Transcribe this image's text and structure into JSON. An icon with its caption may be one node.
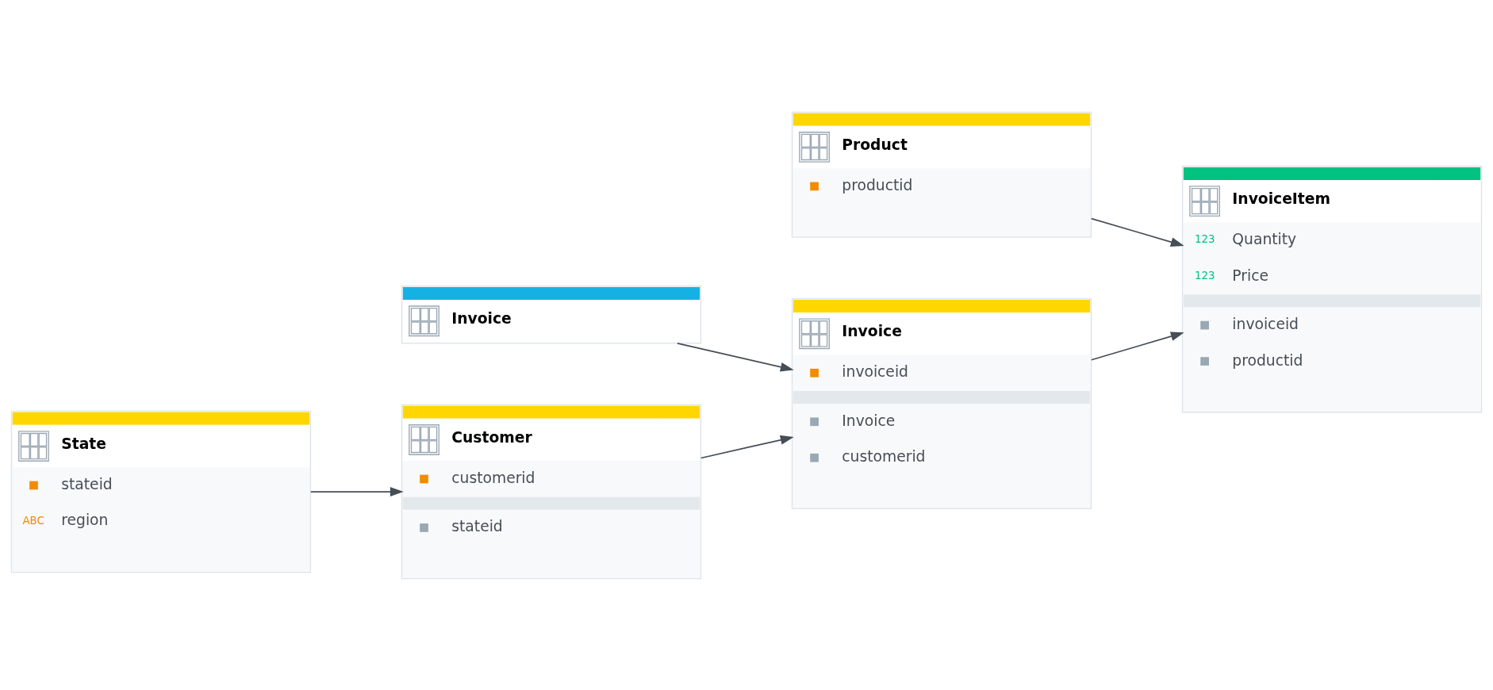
{
  "diagram": {
    "nodes": [
      {
        "text": [
          "Customer",
          "customerid",
          "stateid"
        ]
      },
      {
        "text": [
          "Product",
          "productid"
        ]
      },
      {
        "text": [
          "InvoiceItem",
          "123",
          "Quantity",
          "123",
          "Price",
          "invoiceid",
          "productid"
        ]
      },
      {
        "text": [
          "State",
          "stateid",
          "ABC",
          "region"
        ]
      },
      {
        "text": [
          "Invoice"
        ]
      },
      {
        "text": [
          "Invoice",
          "invoiceid",
          "Invoice",
          "customerid"
        ]
      }
    ],
    "edges": [
      {
        "from": 3,
        "to": 0,
        "arrow": "to"
      },
      {
        "from": 0,
        "to": 5,
        "arrow": "to"
      },
      {
        "from": 1,
        "to": 2,
        "arrow": "to"
      },
      {
        "from": 4,
        "to": 5,
        "arrow": "to"
      },
      {
        "from": 5,
        "to": 2,
        "arrow": "to"
      }
    ]
  }
}
